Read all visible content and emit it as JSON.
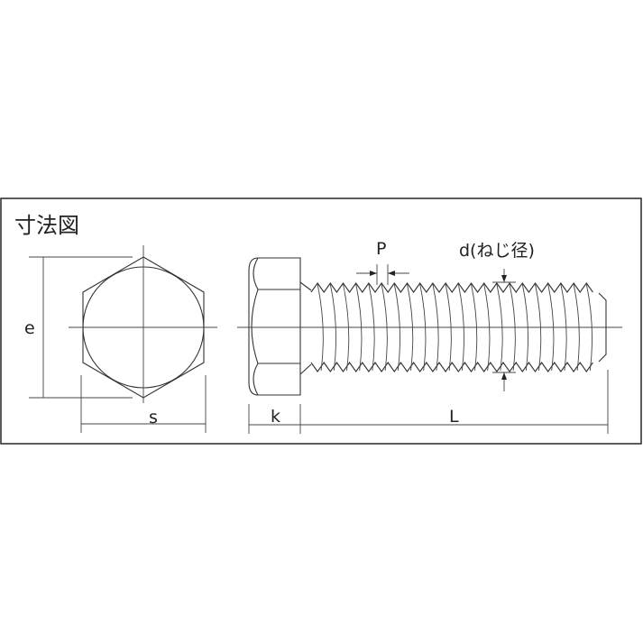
{
  "diagram": {
    "title": "寸法図",
    "labels": {
      "e": "e",
      "s": "s",
      "k": "k",
      "L": "L",
      "P": "P",
      "d": "d(ねじ径)"
    },
    "subject": "hex-bolt",
    "colors": {
      "line": "#333333",
      "background": "#ffffff",
      "border": "#333333"
    }
  }
}
